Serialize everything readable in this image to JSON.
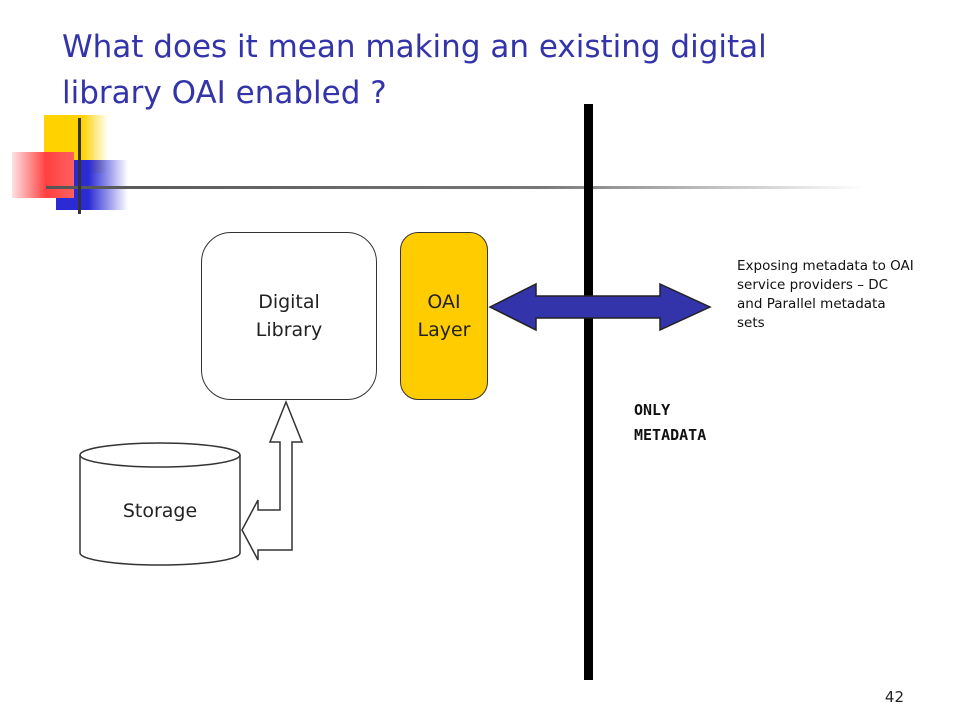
{
  "slide": {
    "title_line1": "What does it mean making an existing digital",
    "title_line2": "library OAI enabled ?",
    "page_number": "42"
  },
  "diagram": {
    "digital_library_line1": "Digital",
    "digital_library_line2": "Library",
    "oai_layer_line1": "OAI",
    "oai_layer_line2": "Layer",
    "storage_label": "Storage",
    "exposing_note": "Exposing metadata to OAI service providers – DC and Parallel metadata sets",
    "only_metadata_line1": "ONLY",
    "only_metadata_line2": "METADATA"
  },
  "colors": {
    "title": "#3333aa",
    "oai_layer_fill": "#ffcc00",
    "arrow_fill": "#3333aa",
    "divider": "#000000",
    "deco_yellow": "#ffd200",
    "deco_blue": "#2b2bd6",
    "deco_red": "#ff4040"
  }
}
